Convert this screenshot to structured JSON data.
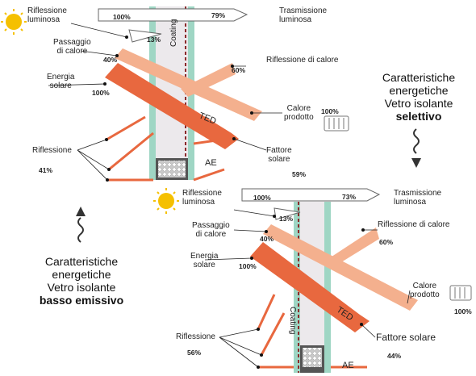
{
  "colors": {
    "solar": "#e8683f",
    "heat": "#f4b08e",
    "light_arrow": "#ffffff",
    "glass": "#9fd6c4",
    "coating": "#8b2a2a",
    "sun": "#f5c000"
  },
  "top": {
    "light_reflection": "Riflessione\nluminosa",
    "light_in_pct": "100%",
    "light_refl_pct": "13%",
    "light_trans_pct": "79%",
    "light_transmission": "Trasmissione\nluminosa",
    "heat_passage": "Passaggio\ndi calore",
    "heat_passage_pct": "40%",
    "coating": "Coating",
    "heat_reflection": "Riflessione di calore",
    "heat_reflection_pct": "60%",
    "solar_energy": "Energia\nsolare",
    "solar_energy_pct": "100%",
    "heat_produced": "Calore\nprodotto",
    "heat_produced_pct": "100%",
    "ted": "TED",
    "reflection": "Riflessione",
    "reflection_pct": "41%",
    "ae": "AE",
    "solar_factor": "Fattore\nsolare",
    "solar_factor_pct": "59%"
  },
  "caption_right": {
    "line1": "Caratteristiche",
    "line2": "energetiche",
    "line3": "Vetro isolante",
    "emph": "selettivo"
  },
  "caption_left": {
    "line1": "Caratteristiche",
    "line2": "energetiche",
    "line3": "Vetro isolante",
    "emph": "basso emissivo"
  },
  "bottom": {
    "light_reflection": "Riflessione\nluminosa",
    "light_in_pct": "100%",
    "light_refl_pct": "13%",
    "light_trans_pct": "73%",
    "light_transmission": "Trasmissione\nluminosa",
    "heat_passage": "Passaggio\ndi calore",
    "heat_passage_pct": "40%",
    "heat_reflection": "Riflessione di calore",
    "heat_reflection_pct": "60%",
    "solar_energy": "Energia\nsolare",
    "solar_energy_pct": "100%",
    "heat_produced": "Calore\nprodotto",
    "heat_produced_pct": "100%",
    "coating": "Coating",
    "ted": "TED",
    "reflection": "Riflessione",
    "reflection_pct": "56%",
    "solar_factor": "Fattore solare",
    "solar_factor_pct": "44%",
    "ae": "AE"
  }
}
